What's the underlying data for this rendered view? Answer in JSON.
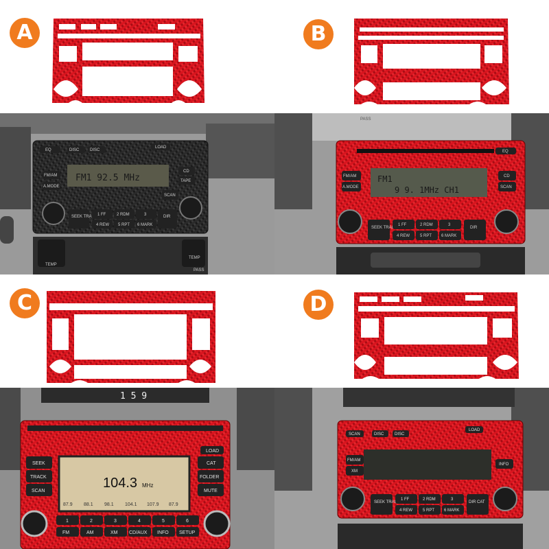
{
  "options": [
    {
      "badge": "A",
      "screen": "FM1 92.5 MHz",
      "buttons": [
        "EQ",
        "DISC",
        "DISC",
        "LOAD",
        "FM/AM",
        "A.MODE",
        "CD",
        "TAPE",
        "SCAN",
        "SEEK TRACK",
        "1 FF",
        "4 REW",
        "2 RDM",
        "5 RPT",
        "3",
        "6 MARK",
        "DIR",
        "TEMP",
        "TEMP",
        "PASS"
      ]
    },
    {
      "badge": "B",
      "screen_line1": "FM1",
      "screen_line2": "9 9. 1MHz CH1",
      "buttons": [
        "EQ",
        "FM/AM",
        "A.MODE",
        "CD",
        "SCAN",
        "SEEK TRACK",
        "1 FF",
        "4 REW",
        "2 RDM",
        "5 RPT",
        "3",
        "6 MARK",
        "DIR",
        "PASS"
      ]
    },
    {
      "badge": "C",
      "clock": "1 5 9",
      "screen": "104.3",
      "screen_unit": "MHz",
      "presets": [
        "87.9",
        "88.1",
        "98.1",
        "104.1",
        "107.9",
        "87.9"
      ],
      "buttons": [
        "LOAD",
        "SEEK",
        "TRACK",
        "SCAN",
        "CAT",
        "FOLDER",
        "MUTE",
        "1",
        "2",
        "3",
        "4",
        "5",
        "6",
        "FM",
        "AM",
        "XM",
        "CD/AUX",
        "INFO",
        "SETUP"
      ]
    },
    {
      "badge": "D",
      "buttons": [
        "SCAN",
        "DISC",
        "DISC",
        "LOAD",
        "FM/AM",
        "XM",
        "INFO",
        "SEEK TRACK",
        "1 FF",
        "4 REW",
        "2 RDM",
        "5 RPT",
        "3",
        "6 MARK",
        "DIR CAT"
      ]
    }
  ],
  "colors": {
    "badge": "#f07b1e",
    "carbon_red": "#d4141c",
    "carbon_dark": "#7a0a0e"
  }
}
